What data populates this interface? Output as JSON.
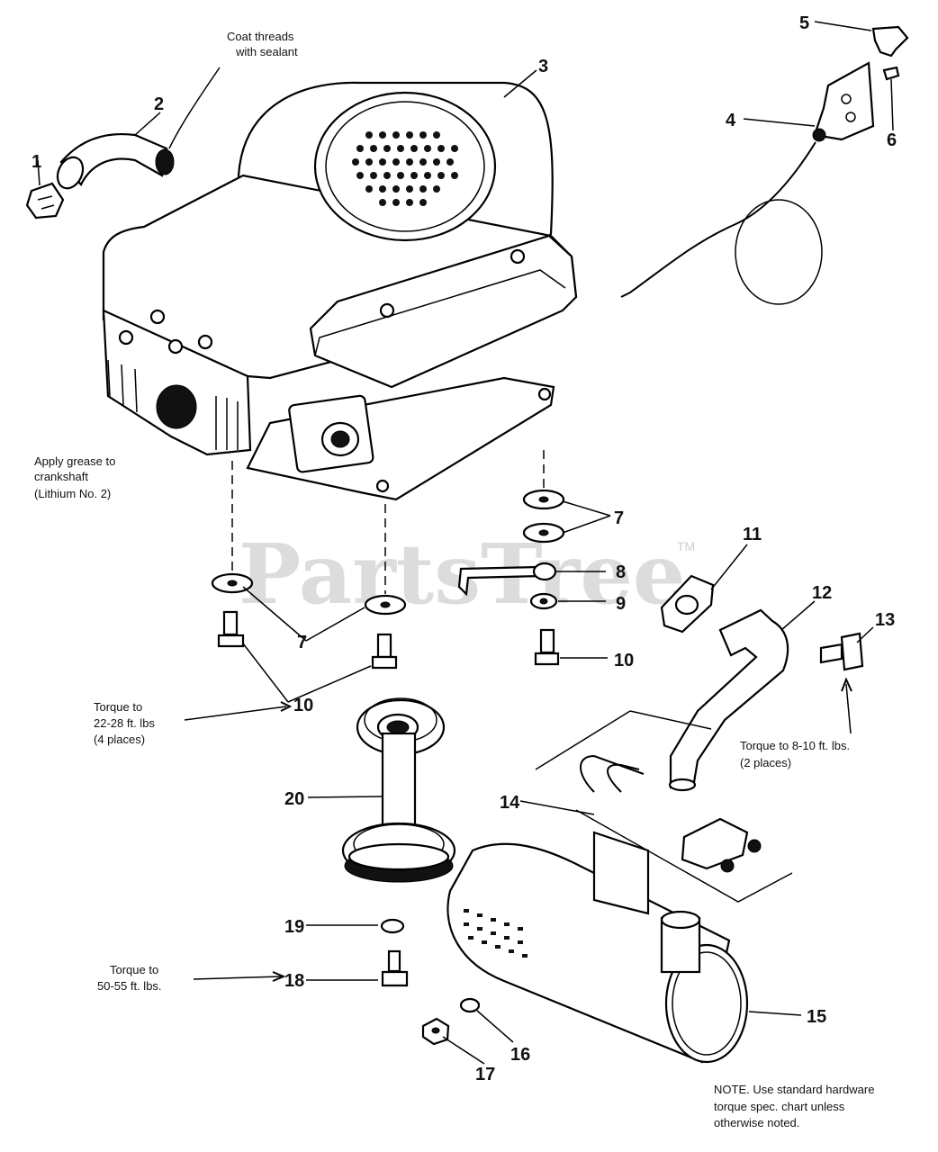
{
  "watermark": {
    "text": "PartsTree",
    "tm": "TM"
  },
  "callouts": {
    "c1": "1",
    "c2": "2",
    "c3": "3",
    "c4": "4",
    "c5": "5",
    "c6": "6",
    "c7a": "7",
    "c7b": "7",
    "c8": "8",
    "c9": "9",
    "c10a": "10",
    "c10b": "10",
    "c11": "11",
    "c12": "12",
    "c13": "13",
    "c14": "14",
    "c15": "15",
    "c16": "16",
    "c17": "17",
    "c18": "18",
    "c19": "19",
    "c20": "20"
  },
  "notes": {
    "coat": [
      "Coat threads",
      "with sealant"
    ],
    "grease": [
      "Apply grease to",
      "crankshaft",
      "(Lithium No. 2)"
    ],
    "torque22": [
      "Torque to",
      "22-28 ft. lbs",
      "(4 places)"
    ],
    "torque8": [
      "Torque to 8-10 ft. lbs.",
      "(2 places)"
    ],
    "torque50": [
      "Torque to",
      "50-55 ft. lbs."
    ],
    "note": [
      "NOTE. Use standard hardware",
      "torque spec. chart unless",
      "otherwise noted."
    ]
  }
}
